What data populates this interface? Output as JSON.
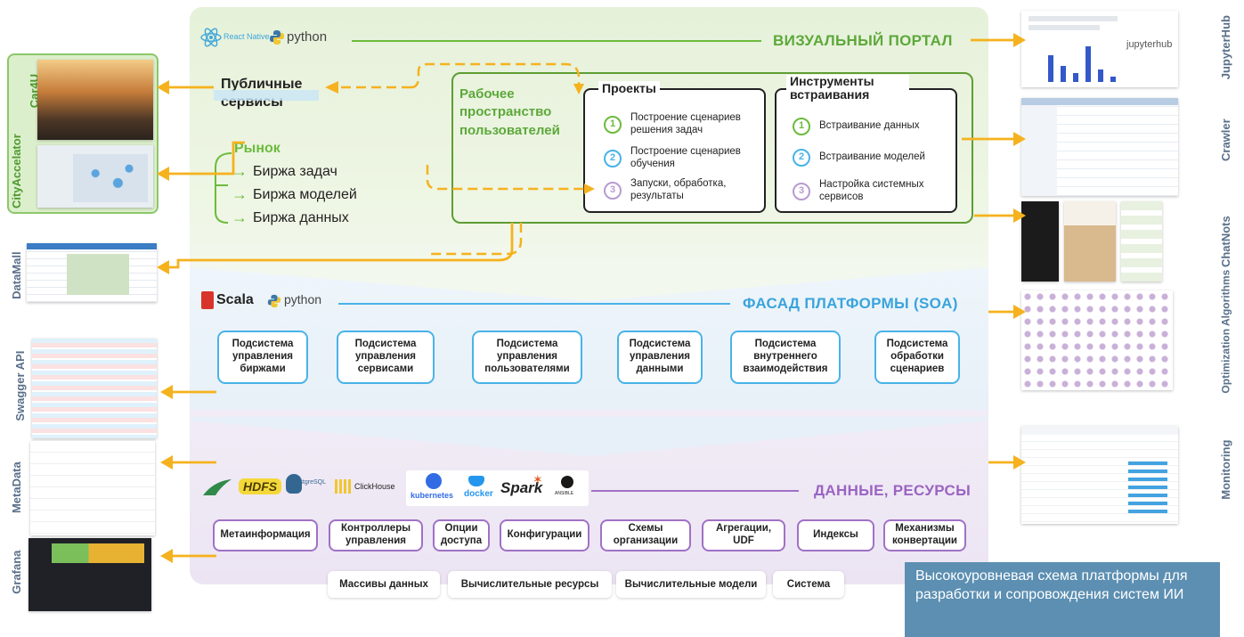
{
  "visual_portal": {
    "title": "ВИЗУАЛЬНЫЙ ПОРТАЛ",
    "logo_react": "React Native",
    "logo_python": "python",
    "public_services": "Публичные сервисы",
    "market": {
      "title": "Рынок",
      "items": [
        "Биржа задач",
        "Биржа моделей",
        "Биржа данных"
      ]
    },
    "workspace": {
      "title": "Рабочее пространство пользователей",
      "projects": {
        "title": "Проекты",
        "items": [
          {
            "num": "1",
            "label": "Построение сценариев решения задач"
          },
          {
            "num": "2",
            "label": "Построение сценариев обучения"
          },
          {
            "num": "3",
            "label": "Запуски, обработка, результаты"
          }
        ]
      },
      "tools": {
        "title": "Инструменты встраивания",
        "items": [
          {
            "num": "1",
            "label": "Встраивание данных"
          },
          {
            "num": "2",
            "label": "Встраивание моделей"
          },
          {
            "num": "3",
            "label": "Настройка системных сервисов"
          }
        ]
      }
    }
  },
  "facade": {
    "title": "ФАСАД ПЛАТФОРМЫ (SOA)",
    "logo_scala": "Scala",
    "logo_python": "python",
    "subsystems": [
      "Подсистема управления биржами",
      "Подсистема управления сервисами",
      "Подсистема управления пользователями",
      "Подсистема управления данными",
      "Подсистема внутреннего взаимодействия",
      "Подсистема обработки сценариев"
    ]
  },
  "data": {
    "title": "ДАННЫЕ, РЕСУРСЫ",
    "logos": [
      "HDFS",
      "PostgreSQL",
      "ClickHouse",
      "kubernetes",
      "docker",
      "Spark",
      "ANSIBLE"
    ],
    "components": [
      "Метаинформация",
      "Контроллеры управления",
      "Опции доступа",
      "Конфигурации",
      "Схемы организации",
      "Агрегации, UDF",
      "Индексы",
      "Механизмы конвертации"
    ],
    "base": [
      "Массивы данных",
      "Вычислительные ресурсы",
      "Вычислительные модели",
      "Система"
    ]
  },
  "left_apps": {
    "car4u": "Car4U",
    "cityaccelerator": "CityAccelator",
    "datamall": "DataMall",
    "swagger": "Swagger API",
    "metadata": "MetaData",
    "grafana": "Grafana"
  },
  "right_apps": {
    "jupyterhub": "JupyterHub",
    "jupyter_logo": "jupyterhub",
    "crawler": "Crawler",
    "chatnots": "ChatNots",
    "optimization": "Optimization Algorithms",
    "monitoring": "Monitoring"
  },
  "caption": "Высокоуровневая схема платформы для разработки и сопровождения систем ИИ",
  "colors": {
    "green": "#6cbb3c",
    "blue": "#49b3e8",
    "purple": "#a071c5",
    "arrow": "#f5b21e"
  }
}
